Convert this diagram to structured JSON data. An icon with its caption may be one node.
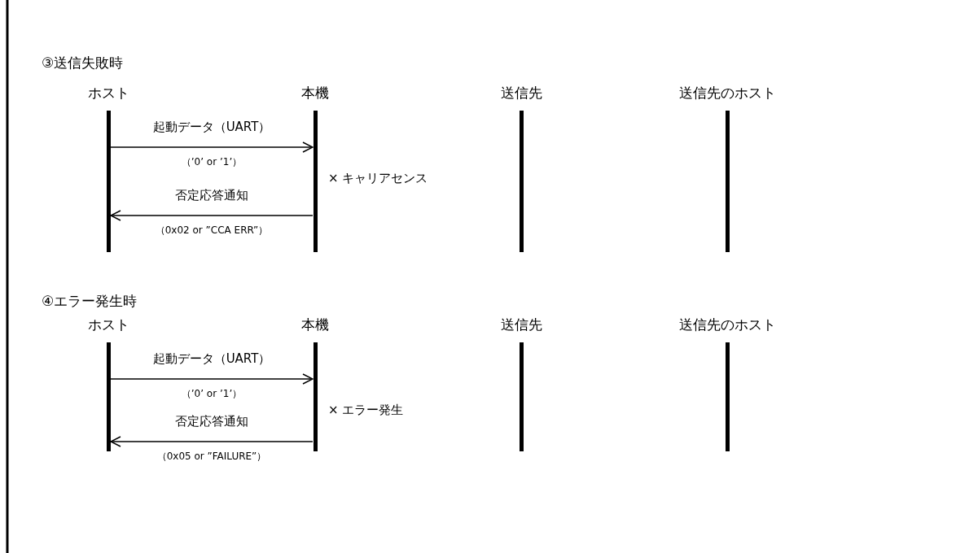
{
  "diagram": {
    "nodes": [
      {
        "text": [
          "ホスト"
        ]
      },
      {
        "text": [
          "本機"
        ]
      },
      {
        "text": [
          "送信先"
        ]
      },
      {
        "text": [
          "送信先のホスト"
        ]
      },
      {
        "text": [
          "ホスト"
        ]
      },
      {
        "text": [
          "本機"
        ]
      },
      {
        "text": [
          "送信先"
        ]
      },
      {
        "text": [
          "送信先のホスト"
        ]
      }
    ],
    "edges": [
      {
        "from": 0,
        "to": 1,
        "arrow": "to",
        "label": "起動データ（UART）"
      },
      {
        "from": 1,
        "to": 0,
        "arrow": "to",
        "label": "否定応答通知"
      },
      {
        "from": 4,
        "to": 5,
        "arrow": "to",
        "label": "起動データ（UART）"
      },
      {
        "from": 5,
        "to": 4,
        "arrow": "to",
        "label": "否定応答通知"
      }
    ],
    "labels": [
      "③送信失敗時",
      "（’0’ or ’1’）",
      "× キャリアセンス",
      "（0x02 or ”CCA ERR”）",
      "④エラー発生時",
      "（’0’ or ’1’）",
      "× エラー発生",
      "（0x05 or ”FAILURE”）"
    ]
  }
}
